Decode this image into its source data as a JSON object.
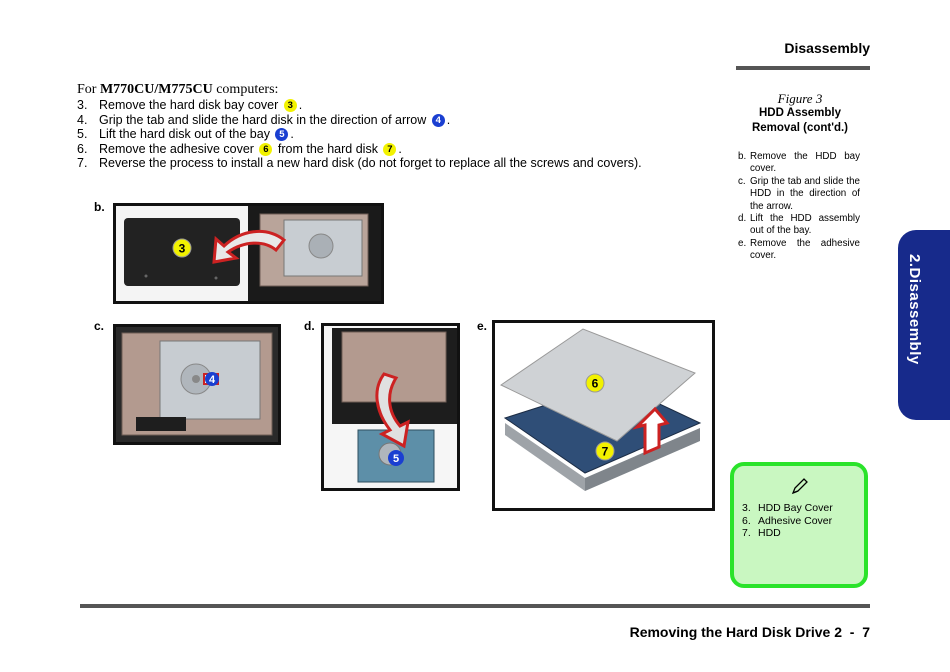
{
  "header": {
    "section_title": "Disassembly"
  },
  "intro": {
    "prefix": "For ",
    "models": "M770CU/M775CU",
    "suffix": " computers:"
  },
  "steps": [
    {
      "num": "3.",
      "pre": "Remove the hard disk bay cover ",
      "badge1": "3",
      "mid": ".",
      "badge2": "",
      "post": ""
    },
    {
      "num": "4.",
      "pre": "Grip the tab and slide the hard disk in the direction of arrow ",
      "badge1": "4",
      "mid": ".",
      "badge2": "",
      "post": ""
    },
    {
      "num": "5.",
      "pre": "Lift the hard disk out of the bay ",
      "badge1": "5",
      "mid": ".",
      "badge2": "",
      "post": ""
    },
    {
      "num": "6.",
      "pre": "Remove the adhesive cover ",
      "badge1": "6",
      "mid": " from the hard disk ",
      "badge2": "7",
      "post": "."
    },
    {
      "num": "7.",
      "pre": "Reverse the process to install a new hard disk (do not forget to replace all the screws and covers).",
      "badge1": "",
      "mid": "",
      "badge2": "",
      "post": ""
    }
  ],
  "figure": {
    "label": "Figure 3",
    "title_line1": "HDD Assembly",
    "title_line2": "Removal (cont'd.)",
    "items": [
      {
        "key": "b.",
        "text": "Remove the HDD bay cover."
      },
      {
        "key": "c.",
        "text": "Grip the tab and slide the HDD in the direction of the arrow."
      },
      {
        "key": "d.",
        "text": "Lift the HDD assembly out of the bay."
      },
      {
        "key": "e.",
        "text": "Remove the adhesive cover."
      }
    ]
  },
  "side_tab": {
    "label": "2.Disassembly"
  },
  "photos": {
    "b": {
      "label": "b.",
      "callout": "3"
    },
    "c": {
      "label": "c.",
      "callout": "4"
    },
    "d": {
      "label": "d.",
      "callout": "5"
    },
    "e": {
      "label": "e.",
      "callout_cover": "6",
      "callout_hdd": "7"
    }
  },
  "note": {
    "icon": "pen-icon",
    "items": [
      {
        "num": "3.",
        "text": "HDD Bay Cover"
      },
      {
        "num": "6.",
        "text": "Adhesive Cover"
      },
      {
        "num": "7.",
        "text": "HDD"
      }
    ]
  },
  "footer": {
    "title": "Removing the Hard Disk Drive",
    "page": "2  -  7"
  },
  "colors": {
    "callout_yellow": "#f2f200",
    "callout_blue": "#1a3fd1",
    "side_tab": "#172a8b",
    "note_border": "#2ae32a",
    "note_fill": "#c9f7c1"
  }
}
